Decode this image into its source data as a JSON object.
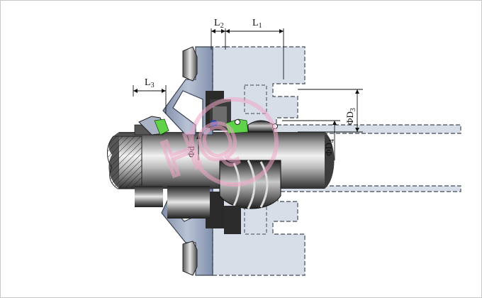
{
  "labels": {
    "l1": "L",
    "l1_sub": "1",
    "l2": "L",
    "l2_sub": "2",
    "l3": "L",
    "l3_sub": "3",
    "d3": "ΦD",
    "d3_sub": "3",
    "d4": "ΦD",
    "d4_sub": "4",
    "d": "Φd"
  },
  "watermark": {
    "text": "HQ",
    "color": "#f2a6c8"
  },
  "colors": {
    "housing_fill": "#d7dee8",
    "housing_dash": "#5c6570",
    "gland": "#9aa8c2",
    "gland_dark": "#6f7c96",
    "shaft_light": "#e9e9e9",
    "shaft_dark": "#4a4a4a",
    "seal_green": "#5fd24a",
    "oring_blue": "#2e4aa8",
    "bellows_dark": "#2b2b2b"
  }
}
